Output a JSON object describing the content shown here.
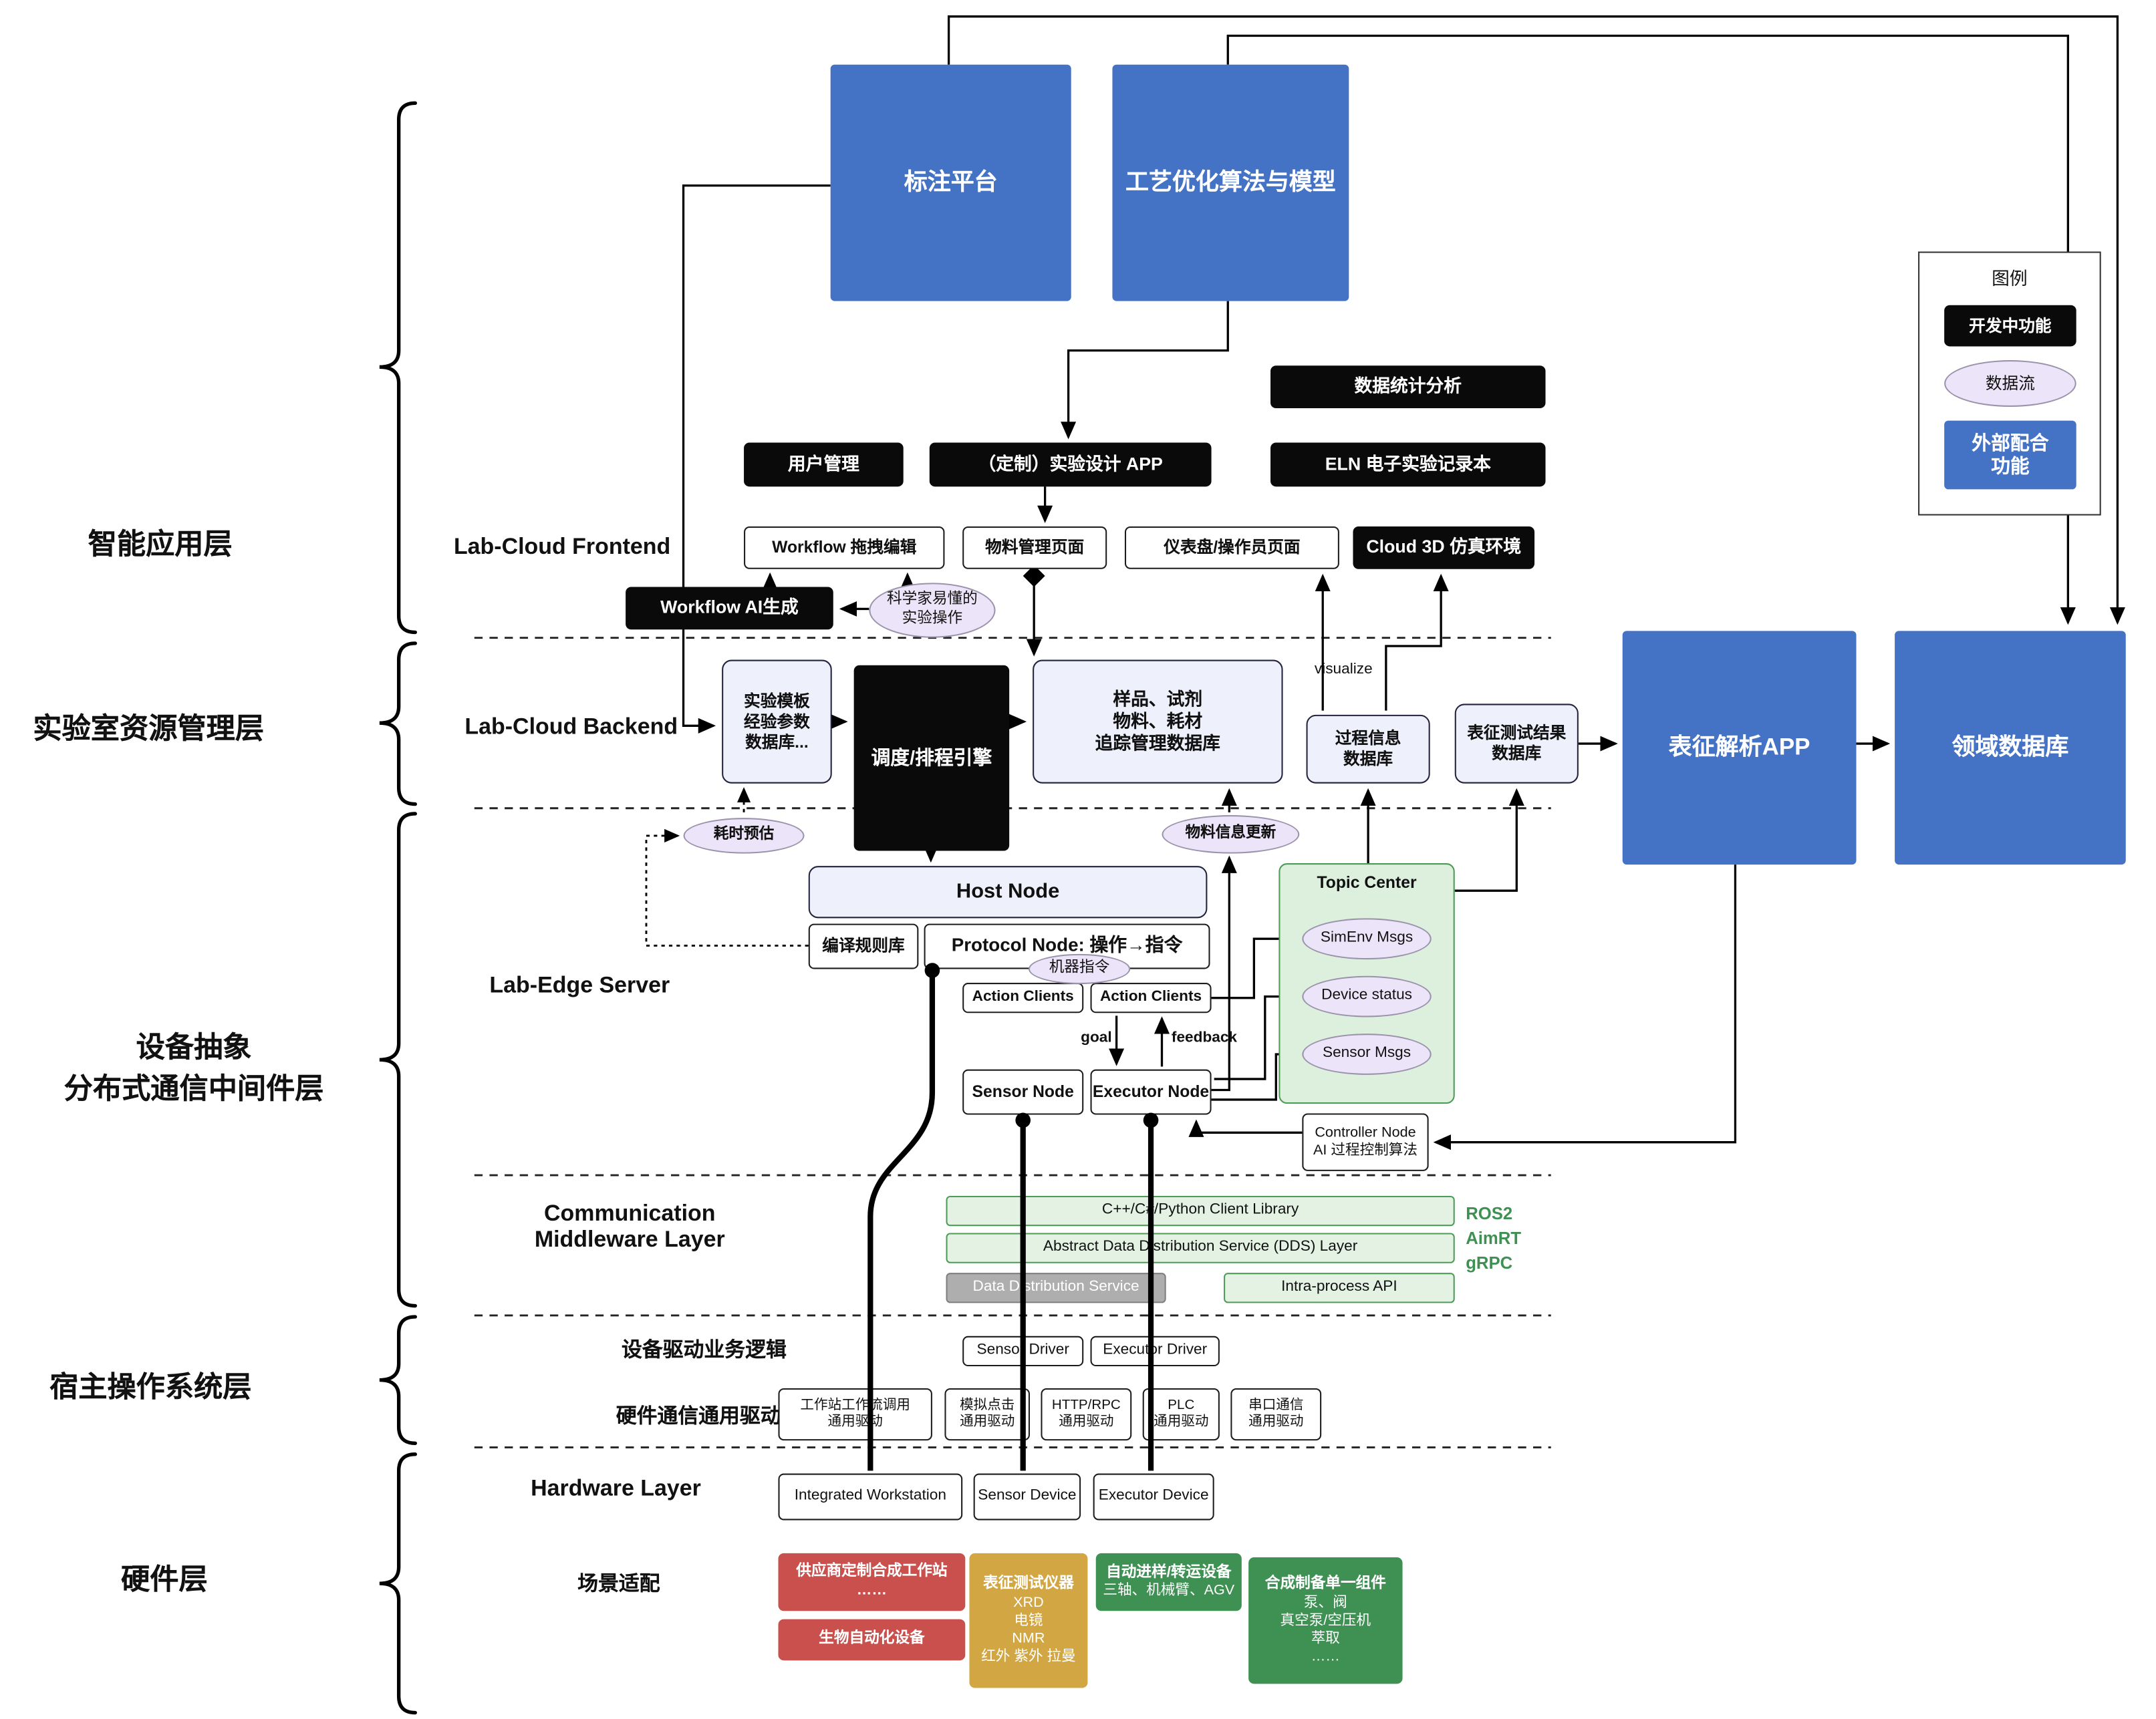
{
  "layers": {
    "app": "智能应用层",
    "resource": "实验室资源管理层",
    "device_abs": "设备抽象\n分布式通信中间件层",
    "host_os": "宿主操作系统层",
    "hardware": "硬件层"
  },
  "sections": {
    "frontend": "Lab-Cloud Frontend",
    "backend": "Lab-Cloud Backend",
    "edge": "Lab-Edge Server",
    "middleware": "Communication\nMiddleware Layer",
    "driver_logic": "设备驱动业务逻辑",
    "hw_comm": "硬件通信通用驱动",
    "hw_layer": "Hardware Layer",
    "scenario": "场景适配"
  },
  "top_row": {
    "annotation": "标注平台",
    "optimization": "工艺优化算法与模型"
  },
  "app_layer": {
    "data_stats": "数据统计分析",
    "user_mgmt": "用户管理",
    "custom_design_app": "（定制）实验设计 APP",
    "eln": "ELN 电子实验记录本",
    "workflow_edit": "Workflow 拖拽编辑",
    "material_page": "物料管理页面",
    "dashboard": "仪表盘/操作员页面",
    "cloud_3d": "Cloud 3D 仿真环境",
    "workflow_ai": "Workflow AI生成",
    "scientist_ops": "科学家易懂的\n实验操作"
  },
  "backend": {
    "template_db": "实验模板\n经验参数\n数据库...",
    "scheduler": "调度/排程引擎",
    "sample_db": "样品、试剂\n物料、耗材\n追踪管理数据库",
    "process_db": "过程信息\n数据库",
    "charact_db": "表征测试结果\n数据库",
    "charact_app": "表征解析APP",
    "domain_db": "领域数据库",
    "visualize": "visualize",
    "time_estimate": "耗时预估",
    "material_update": "物料信息更新"
  },
  "edge": {
    "host_node": "Host Node",
    "rule_lib": "编译规则库",
    "protocol_node": "Protocol Node: 操作→指令",
    "machine_cmd": "机器指令",
    "action_clients_1": "Action Clients",
    "action_clients_2": "Action Clients",
    "sensor_node": "Sensor Node",
    "executor_node": "Executor Node",
    "goal": "goal",
    "feedback": "feedback",
    "topic_center": "Topic Center",
    "simenv_msgs": "SimEnv Msgs",
    "device_status": "Device status",
    "sensor_msgs": "Sensor Msgs",
    "controller_node": "Controller Node\nAI 过程控制算法"
  },
  "middleware": {
    "client_lib": "C++/C#/Python Client Library",
    "dds_layer": "Abstract Data Distribution Service (DDS) Layer",
    "dds_service": "Data Distribution Service",
    "intra_api": "Intra-process API",
    "stack": [
      "ROS2",
      "AimRT",
      "gRPC"
    ]
  },
  "drivers": {
    "sensor_driver": "Sensor Driver",
    "executor_driver": "Executor Driver",
    "hw": [
      "工作站工作流调用\n通用驱动",
      "模拟点击\n通用驱动",
      "HTTP/RPC\n通用驱动",
      "PLC\n通用驱动",
      "串口通信\n通用驱动"
    ]
  },
  "hardware": {
    "integrated_ws": "Integrated Workstation",
    "sensor_device": "Sensor Device",
    "executor_device": "Executor Device"
  },
  "scenario": {
    "vendor_ws": "供应商定制合成工作站\n……",
    "bio_auto": "生物自动化设备",
    "charact_title": "表征测试仪器",
    "charact_items": "XRD\n电镜\nNMR\n红外 紫外 拉曼",
    "transfer_title": "自动进样/转运设备",
    "transfer_items": "三轴、机械臂、AGV",
    "synthesis_title": "合成制备单一组件",
    "synthesis_items": "泵、阀\n真空泵/空压机\n萃取\n……"
  },
  "legend": {
    "title": "图例",
    "in_dev": "开发中功能",
    "data_flow": "数据流",
    "external": "外部配合\n功能"
  },
  "colors": {
    "blue": "#4472c4",
    "black": "#0a0a0a",
    "ellipse": "#ece4f8",
    "green_node": "#3e9153",
    "red_node": "#c9504c",
    "gold_node": "#d2a643"
  }
}
